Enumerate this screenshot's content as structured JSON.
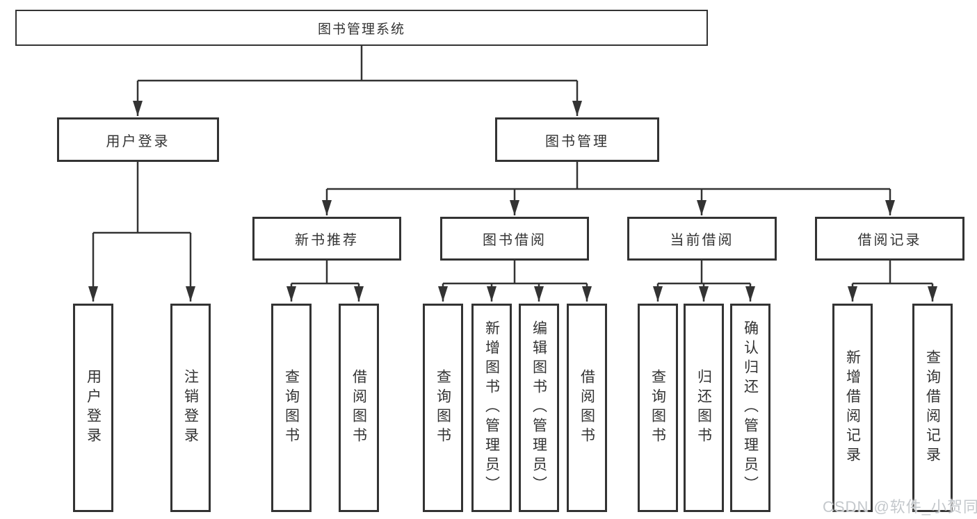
{
  "diagram": {
    "root": {
      "label": "图书管理系统"
    },
    "branches": [
      {
        "label": "用户登录",
        "leaves": [
          {
            "label": "用户登录"
          },
          {
            "label": "注销登录"
          }
        ]
      },
      {
        "label": "图书管理",
        "groups": [
          {
            "label": "新书推荐",
            "leaves": [
              {
                "label": "查询图书"
              },
              {
                "label": "借阅图书"
              }
            ]
          },
          {
            "label": "图书借阅",
            "leaves": [
              {
                "label": "查询图书"
              },
              {
                "label": "新增图书（管理员）"
              },
              {
                "label": "编辑图书（管理员）"
              },
              {
                "label": "借阅图书"
              }
            ]
          },
          {
            "label": "当前借阅",
            "leaves": [
              {
                "label": "查询图书"
              },
              {
                "label": "归还图书"
              },
              {
                "label": "确认归还（管理员）"
              }
            ]
          },
          {
            "label": "借阅记录",
            "leaves": [
              {
                "label": "新增借阅记录"
              },
              {
                "label": "查询借阅记录"
              }
            ]
          }
        ]
      }
    ]
  },
  "watermark": {
    "text": "CSDN @软件_小贺同学"
  },
  "colors": {
    "line": "#333333",
    "box_border": "#333333",
    "text": "#333333",
    "background": "#ffffff",
    "watermark": "#c1c5c9"
  }
}
